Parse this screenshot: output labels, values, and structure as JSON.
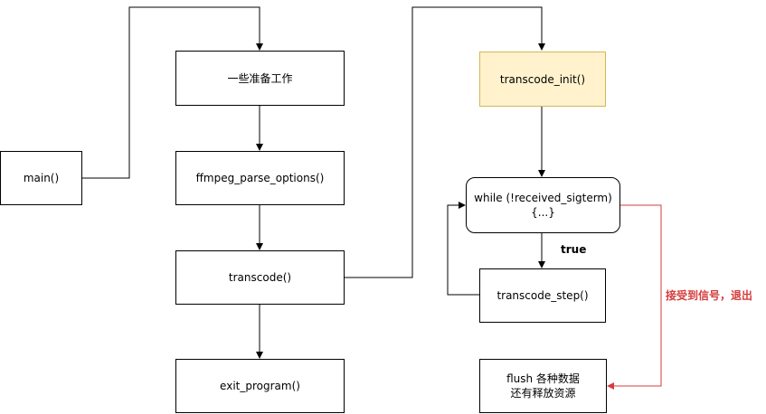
{
  "nodes": {
    "main": "main()",
    "prep": "一些准备工作",
    "parse_options": "ffmpeg_parse_options()",
    "transcode": "transcode()",
    "exit_program": "exit_program()",
    "transcode_init": "transcode_init()",
    "loop_line1": "while (!received_sigterm)",
    "loop_line2": "{...}",
    "transcode_step": "transcode_step()",
    "cleanup_line1": "flush 各种数据",
    "cleanup_line2": "还有释放资源"
  },
  "edge_labels": {
    "true": "true",
    "signal_exit": "接受到信号，退出"
  },
  "colors": {
    "line": "#000000",
    "exit_line": "#d63c3c",
    "init_fill": "#fff2cc",
    "init_border": "#d6b656"
  }
}
